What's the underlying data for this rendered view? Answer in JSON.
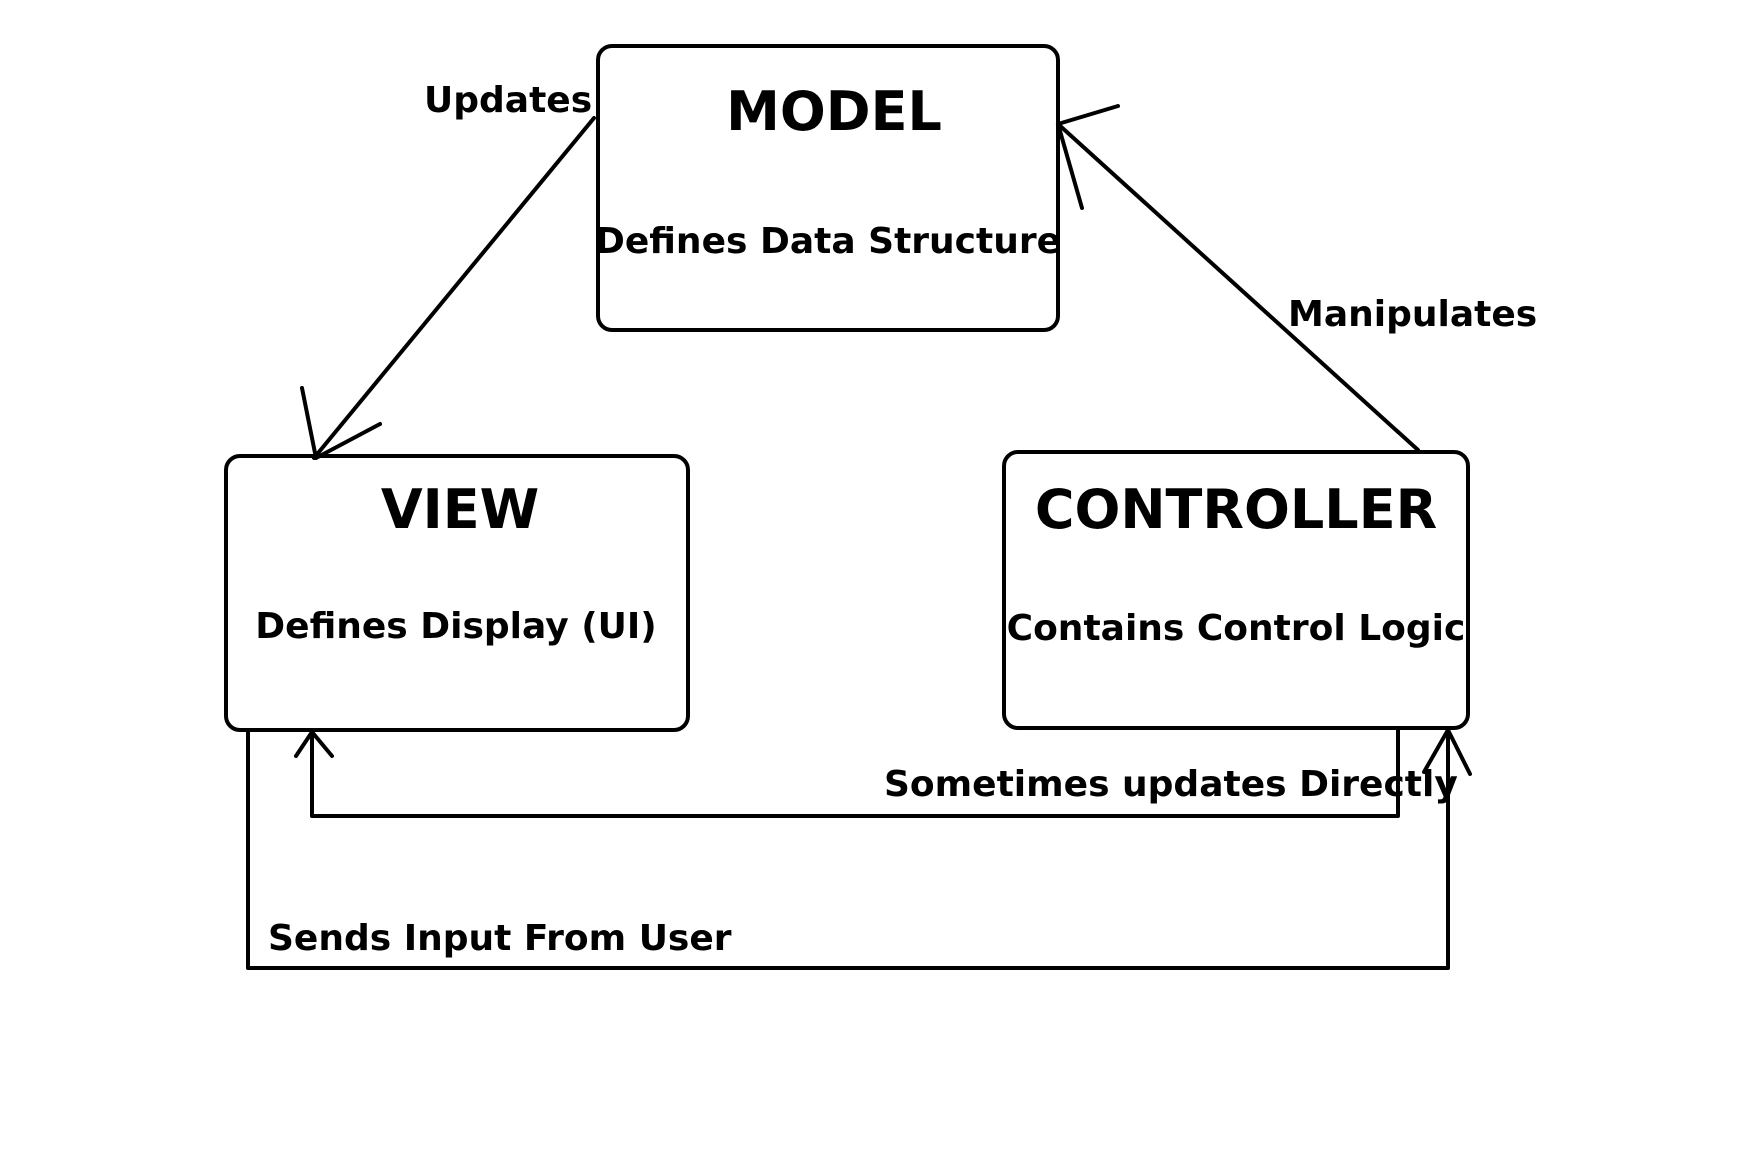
{
  "diagram": {
    "colors": {
      "background": "#ffffff",
      "stroke": "#000000",
      "text": "#000000"
    },
    "nodes": {
      "model": {
        "title": "MODEL",
        "description": "Defines Data Structure"
      },
      "view": {
        "title": "VIEW",
        "description": "Defines Display (UI)"
      },
      "controller": {
        "title": "CONTROLLER",
        "description": "Contains Control Logic"
      }
    },
    "edges": {
      "model_to_view": {
        "label": "Updates"
      },
      "controller_to_model": {
        "label": "Manipulates"
      },
      "controller_to_view": {
        "label": "Sometimes updates Directly"
      },
      "view_to_controller": {
        "label": "Sends Input From User"
      }
    }
  }
}
